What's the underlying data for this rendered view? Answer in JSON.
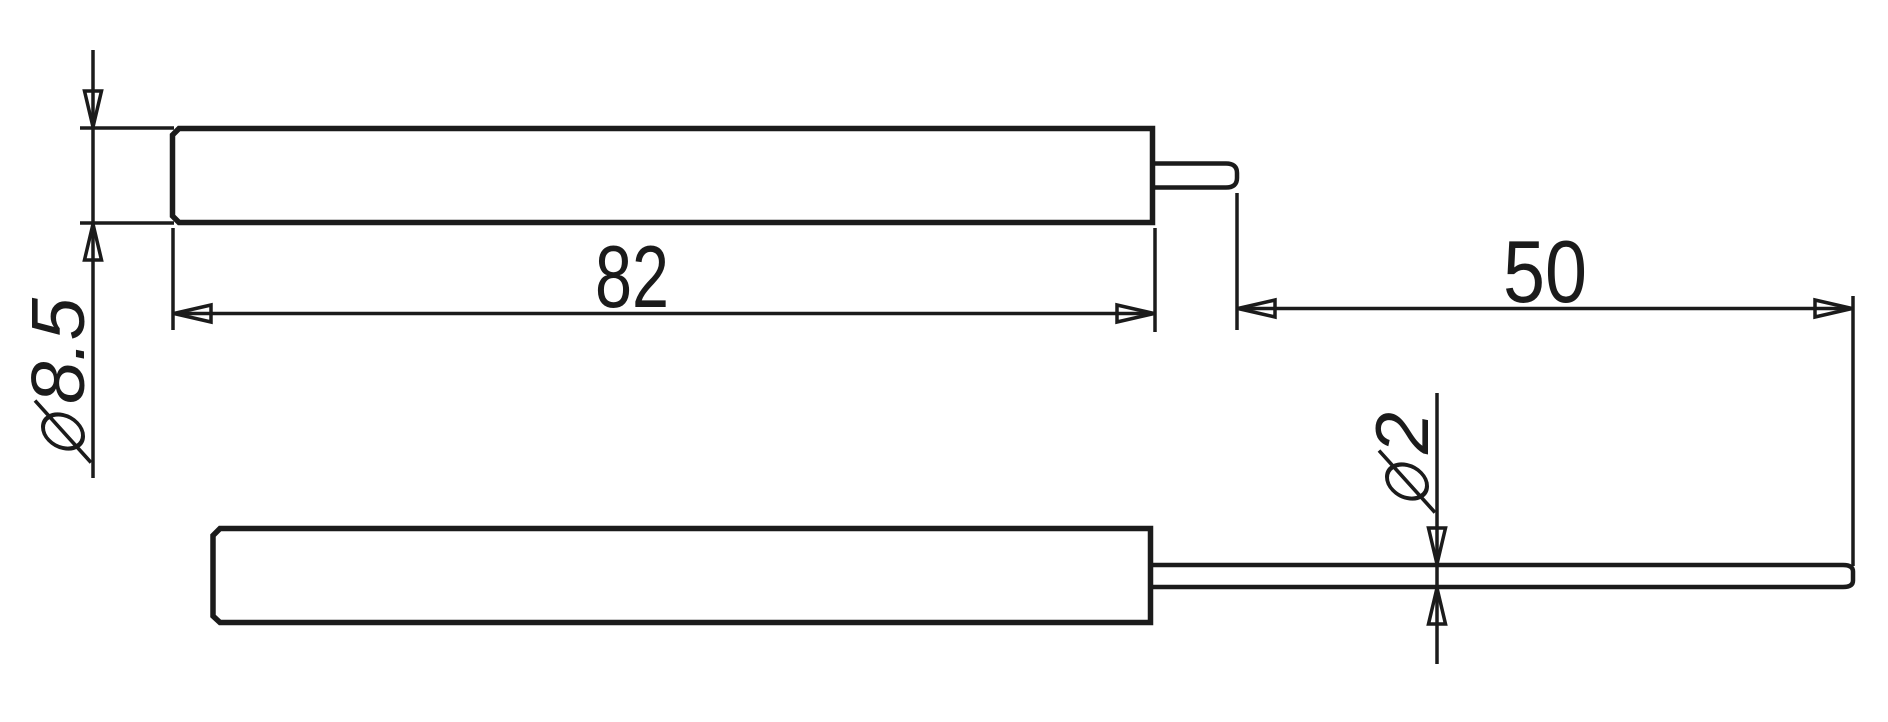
{
  "page": {
    "background": "#ffffff",
    "line_color": "#1b1b1b"
  },
  "drawing": {
    "type": "technical-dimension-drawing",
    "views": {
      "top_view": "cylindrical body with short output stub",
      "bottom_view": "cylindrical body with long thin rod"
    },
    "dimensions": {
      "body_diameter": {
        "prefix": "⌀",
        "value": "8.5"
      },
      "body_length": {
        "value": "82"
      },
      "rod_length": {
        "value": "50"
      },
      "rod_diameter": {
        "prefix": "⌀",
        "value": "2"
      }
    }
  }
}
